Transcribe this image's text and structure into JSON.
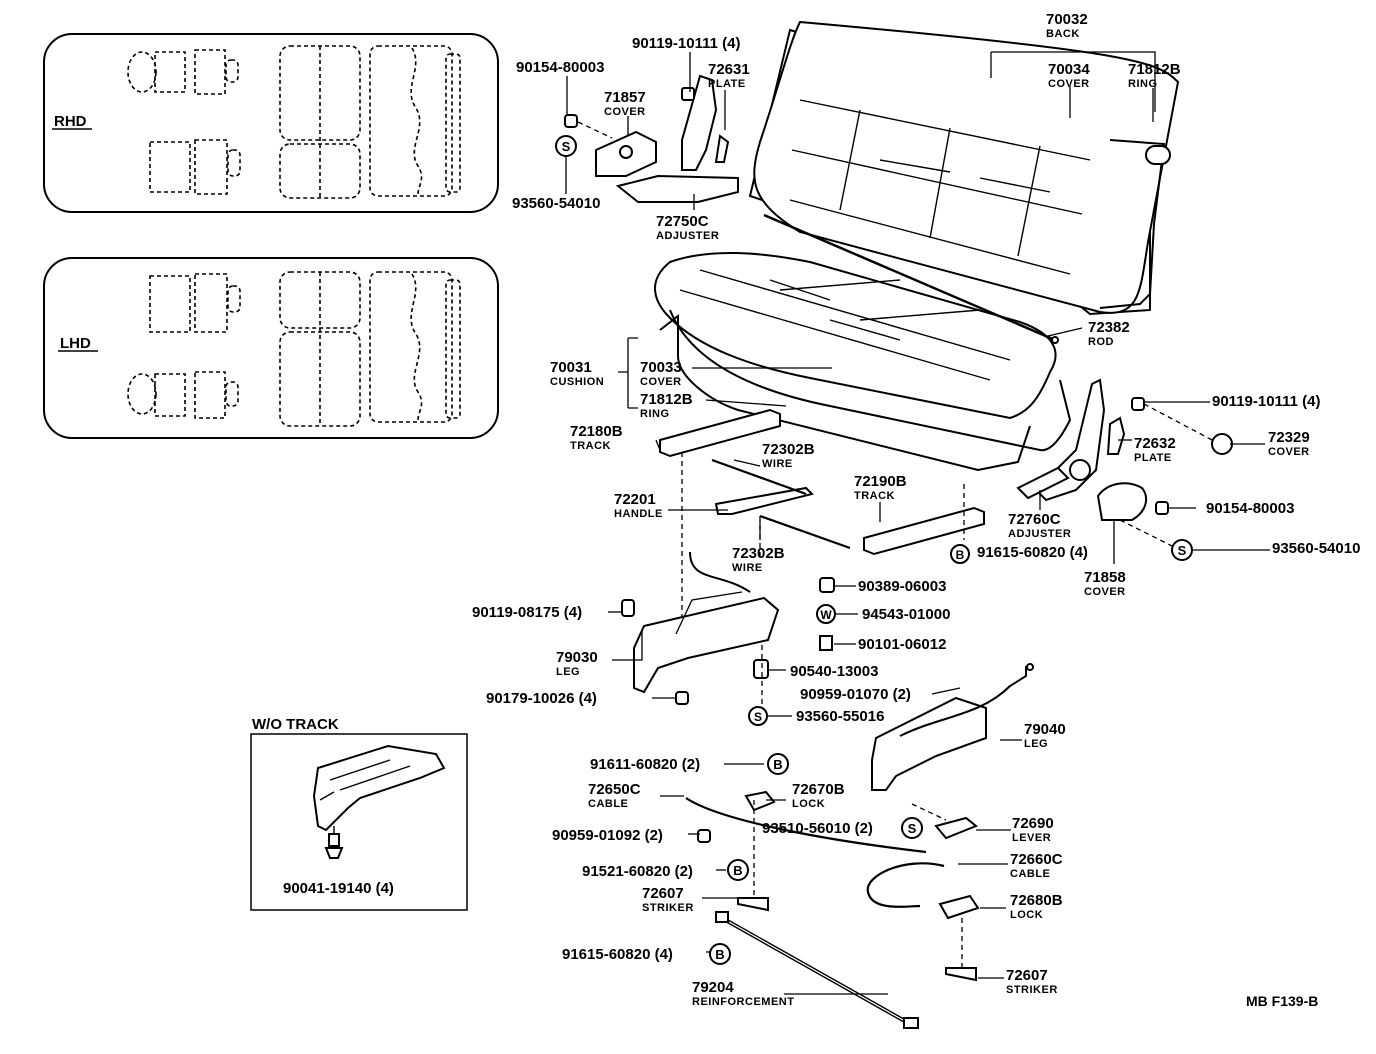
{
  "layout_views": {
    "rhd": "RHD",
    "lhd": "LHD"
  },
  "inset": {
    "title": "W/O TRACK",
    "part": "90041-19140 (4)"
  },
  "footer_code": "MB F139-B",
  "symbols": {
    "s": "S",
    "b": "B",
    "w": "W"
  },
  "parts": [
    {
      "id": "p70032",
      "number": "70032",
      "name": "BACK"
    },
    {
      "id": "p70034",
      "number": "70034",
      "name": "COVER"
    },
    {
      "id": "p71812B_top",
      "number": "71812B",
      "name": "RING"
    },
    {
      "id": "p90119_10111_a",
      "number": "90119-10111 (4)",
      "name": ""
    },
    {
      "id": "p90154_80003_a",
      "number": "90154-80003",
      "name": ""
    },
    {
      "id": "p72631",
      "number": "72631",
      "name": "PLATE"
    },
    {
      "id": "p71857",
      "number": "71857",
      "name": "COVER"
    },
    {
      "id": "p93560_54010_a",
      "number": "93560-54010",
      "name": ""
    },
    {
      "id": "p72750C",
      "number": "72750C",
      "name": "ADJUSTER"
    },
    {
      "id": "p72382",
      "number": "72382",
      "name": "ROD"
    },
    {
      "id": "p70031",
      "number": "70031",
      "name": "CUSHION"
    },
    {
      "id": "p70033",
      "number": "70033",
      "name": "COVER"
    },
    {
      "id": "p71812B_mid",
      "number": "71812B",
      "name": "RING"
    },
    {
      "id": "p90119_10111_b",
      "number": "90119-10111 (4)",
      "name": ""
    },
    {
      "id": "p72632",
      "number": "72632",
      "name": "PLATE"
    },
    {
      "id": "p72329",
      "number": "72329",
      "name": "COVER"
    },
    {
      "id": "p72180B",
      "number": "72180B",
      "name": "TRACK"
    },
    {
      "id": "p72302B_a",
      "number": "72302B",
      "name": "WIRE"
    },
    {
      "id": "p72190B",
      "number": "72190B",
      "name": "TRACK"
    },
    {
      "id": "p72201",
      "number": "72201",
      "name": "HANDLE"
    },
    {
      "id": "p72760C",
      "number": "72760C",
      "name": "ADJUSTER"
    },
    {
      "id": "p90154_80003_b",
      "number": "90154-80003",
      "name": ""
    },
    {
      "id": "p91615_60820_a",
      "number": "91615-60820 (4)",
      "name": ""
    },
    {
      "id": "p93560_54010_b",
      "number": "93560-54010",
      "name": ""
    },
    {
      "id": "p72302B_b",
      "number": "72302B",
      "name": "WIRE"
    },
    {
      "id": "p71858",
      "number": "71858",
      "name": "COVER"
    },
    {
      "id": "p90389_06003",
      "number": "90389-06003",
      "name": ""
    },
    {
      "id": "p90119_08175",
      "number": "90119-08175 (4)",
      "name": ""
    },
    {
      "id": "p94543_01000",
      "number": "94543-01000",
      "name": ""
    },
    {
      "id": "p90101_06012",
      "number": "90101-06012",
      "name": ""
    },
    {
      "id": "p79030",
      "number": "79030",
      "name": "LEG"
    },
    {
      "id": "p90540_13003",
      "number": "90540-13003",
      "name": ""
    },
    {
      "id": "p90179_10026",
      "number": "90179-10026 (4)",
      "name": ""
    },
    {
      "id": "p90959_01070",
      "number": "90959-01070 (2)",
      "name": ""
    },
    {
      "id": "p93560_55016",
      "number": "93560-55016",
      "name": ""
    },
    {
      "id": "p79040",
      "number": "79040",
      "name": "LEG"
    },
    {
      "id": "p91611_60820",
      "number": "91611-60820 (2)",
      "name": ""
    },
    {
      "id": "p72650C",
      "number": "72650C",
      "name": "CABLE"
    },
    {
      "id": "p72670B",
      "number": "72670B",
      "name": "LOCK"
    },
    {
      "id": "p93510_56010",
      "number": "93510-56010 (2)",
      "name": ""
    },
    {
      "id": "p72690",
      "number": "72690",
      "name": "LEVER"
    },
    {
      "id": "p90959_01092",
      "number": "90959-01092 (2)",
      "name": ""
    },
    {
      "id": "p72660C",
      "number": "72660C",
      "name": "CABLE"
    },
    {
      "id": "p91521_60820",
      "number": "91521-60820 (2)",
      "name": ""
    },
    {
      "id": "p72607_a",
      "number": "72607",
      "name": "STRIKER"
    },
    {
      "id": "p72680B",
      "number": "72680B",
      "name": "LOCK"
    },
    {
      "id": "p91615_60820_b",
      "number": "91615-60820 (4)",
      "name": ""
    },
    {
      "id": "p72607_b",
      "number": "72607",
      "name": "STRIKER"
    },
    {
      "id": "p79204",
      "number": "79204",
      "name": "REINFORCEMENT"
    }
  ]
}
